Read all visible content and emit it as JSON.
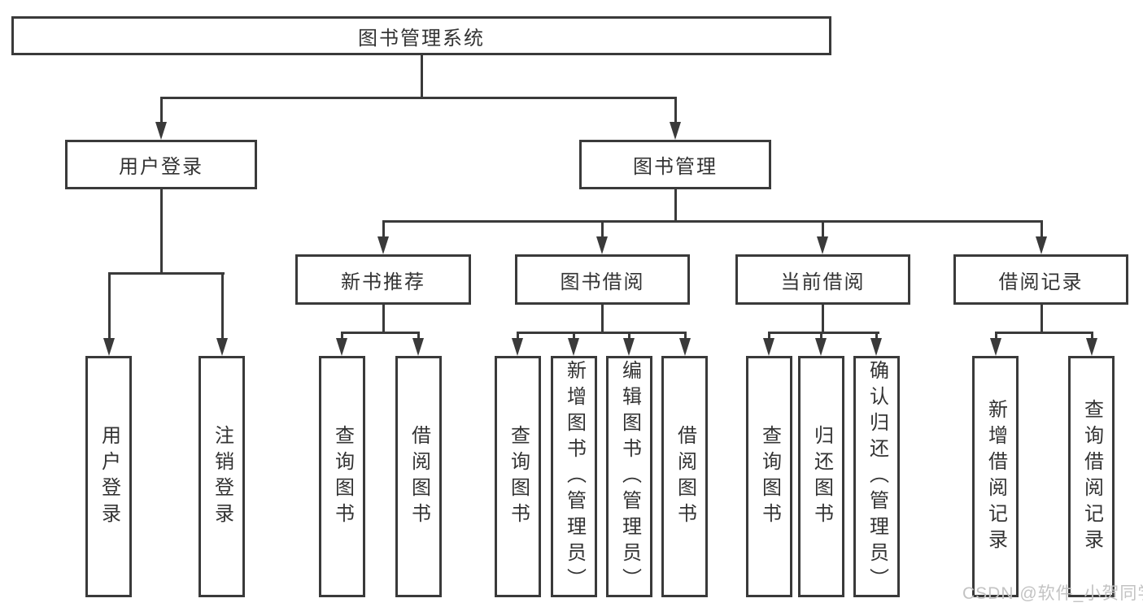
{
  "diagram": {
    "title": "图书管理系统",
    "colors": {
      "line": "#3a3a3a",
      "text": "#333333",
      "background": "#ffffff",
      "watermark": "#c3c3c3"
    },
    "nodes": {
      "root": "图书管理系统",
      "level2": [
        "用户登录",
        "图书管理"
      ],
      "level3": [
        "新书推荐",
        "图书借阅",
        "当前借阅",
        "借阅记录"
      ],
      "leaves_login": [
        "用户登录",
        "注销登录"
      ],
      "leaves_recommend": [
        "查询图书",
        "借阅图书"
      ],
      "leaves_borrow": [
        "查询图书",
        "新增图书（管理员）",
        "编辑图书（管理员）",
        "借阅图书"
      ],
      "leaves_current": [
        "查询图书",
        "归还图书",
        "确认归还（管理员）"
      ],
      "leaves_records": [
        "新增借阅记录",
        "查询借阅记录"
      ]
    },
    "watermark": "CSDN @软件_小贺同学"
  }
}
